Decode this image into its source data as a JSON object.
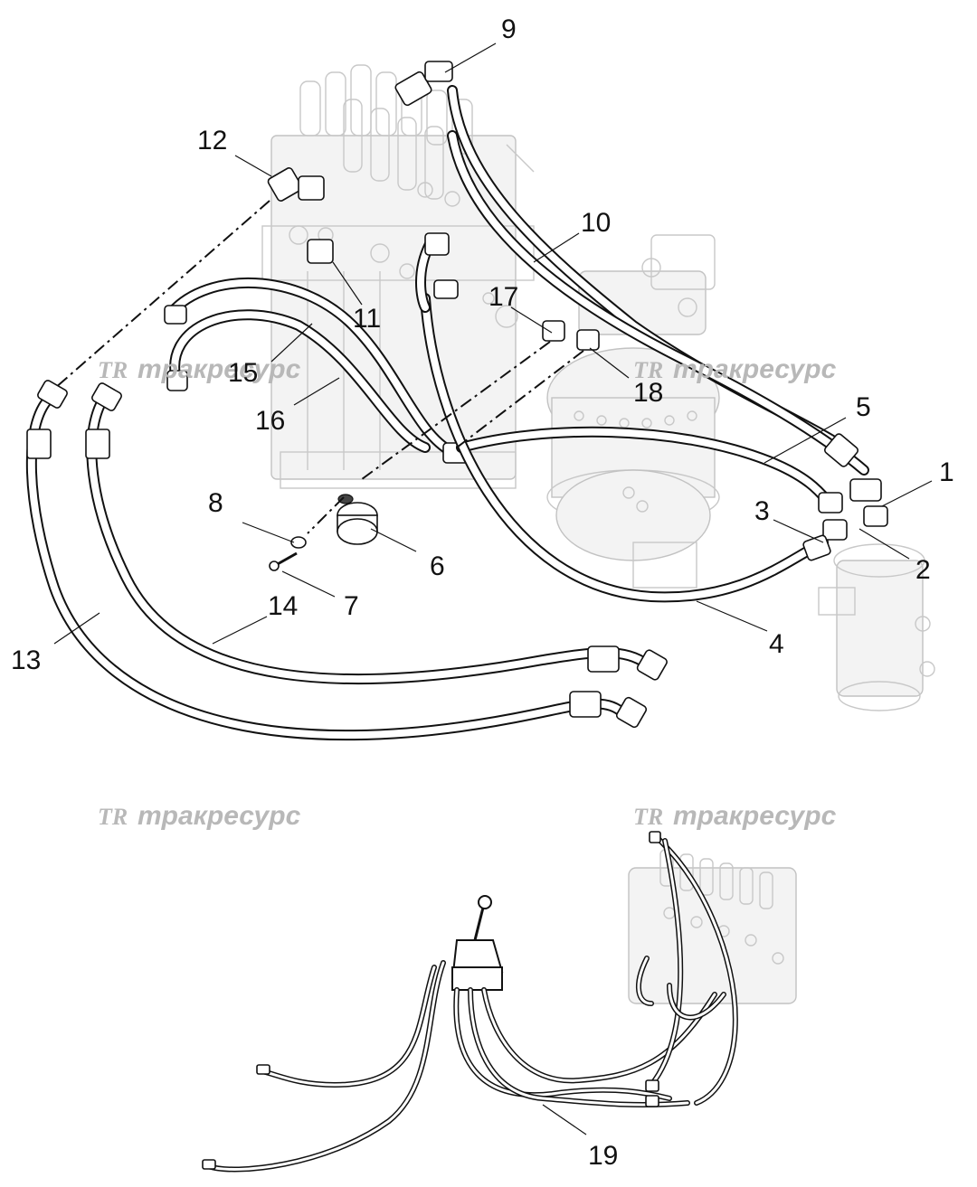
{
  "watermark": {
    "logo": "TR",
    "text": "тракресурс"
  },
  "callouts": {
    "c1": "1",
    "c2": "2",
    "c3": "3",
    "c4": "4",
    "c5": "5",
    "c6": "6",
    "c7": "7",
    "c8": "8",
    "c9": "9",
    "c10": "10",
    "c11": "11",
    "c12": "12",
    "c13": "13",
    "c14": "14",
    "c15": "15",
    "c16": "16",
    "c17": "17",
    "c18": "18",
    "c19": "19"
  }
}
